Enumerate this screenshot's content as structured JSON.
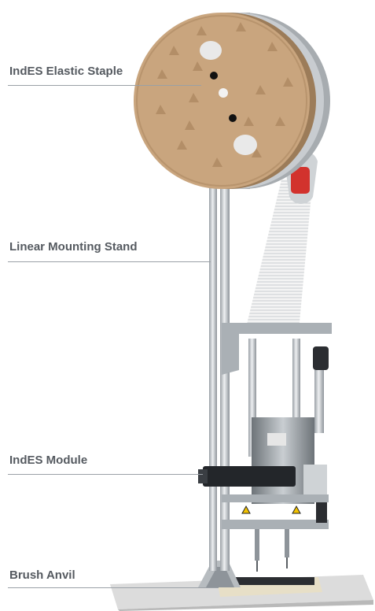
{
  "labels": {
    "staple": "IndES Elastic Staple",
    "stand": "Linear Mounting Stand",
    "module": "IndES Module",
    "anvil": "Brush Anvil"
  },
  "colors": {
    "label_text": "#555a60",
    "spool": "#c9a57e",
    "spool_dark": "#9c7c59",
    "aluminium": "#c8ccd0",
    "aluminium_dark": "#8e949a",
    "housing_black": "#23262a",
    "warning_red": "#d2322d",
    "base_plate": "#dcdcdc"
  }
}
